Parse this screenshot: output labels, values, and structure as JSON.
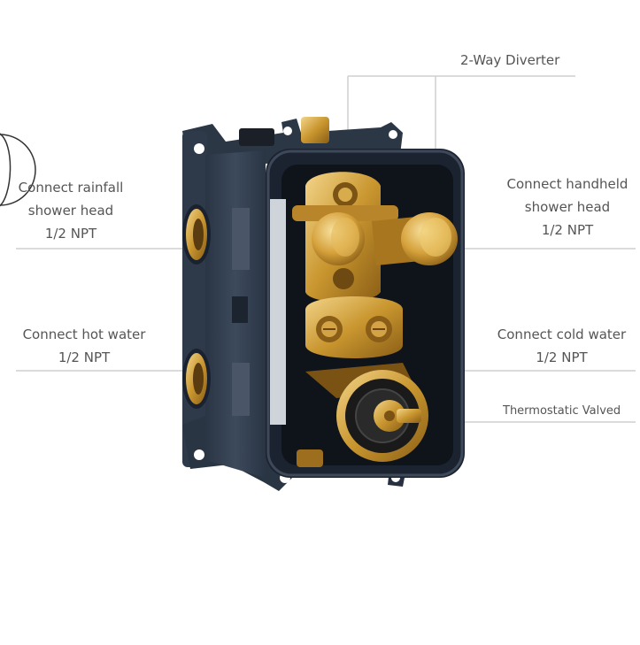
{
  "labels": {
    "diverter": {
      "line1": "2-Way Diverter"
    },
    "rainfall": {
      "line1": "Connect rainfall",
      "line2": "shower head",
      "line3": "1/2 NPT"
    },
    "handheld": {
      "line1": "Connect handheld",
      "line2": "shower head",
      "line3": "1/2 NPT"
    },
    "hot": {
      "line1": "Connect hot water",
      "line2": "1/2 NPT"
    },
    "cold": {
      "line1": "Connect cold water",
      "line2": "1/2 NPT"
    },
    "thermostatic": {
      "line1": "Thermostatic Valved"
    }
  },
  "colors": {
    "housing": "#2f3c4c",
    "housing_dark": "#1c2430",
    "brass": "#c9962f",
    "brass_light": "#f0cf7a",
    "leader": "#c8c8c8",
    "text": "#555555"
  }
}
